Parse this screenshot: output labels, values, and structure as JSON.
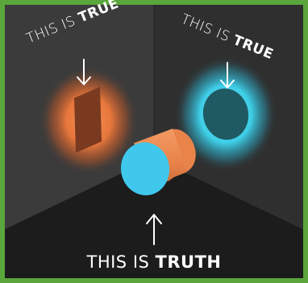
{
  "labels": {
    "left": {
      "prefix": "THIS IS ",
      "emphasis": "TRUE"
    },
    "right": {
      "prefix": "THIS IS ",
      "emphasis": "TRUE"
    },
    "bottom": {
      "prefix": "THIS IS ",
      "emphasis": "TRUTH"
    }
  },
  "colors": {
    "border": "#5aa63c",
    "left_wall": "#3a3a3a",
    "right_wall": "#2e2e2e",
    "floor": "#1c1c1c",
    "orange_glow": "#f07a3c",
    "orange_shadow": "#7a3a1f",
    "blue_glow": "#3fd6f0",
    "blue_shadow": "#1f5a63",
    "cylinder_face": "#3fc8ec",
    "cylinder_body": "#e88a52",
    "text": "#ffffff"
  }
}
